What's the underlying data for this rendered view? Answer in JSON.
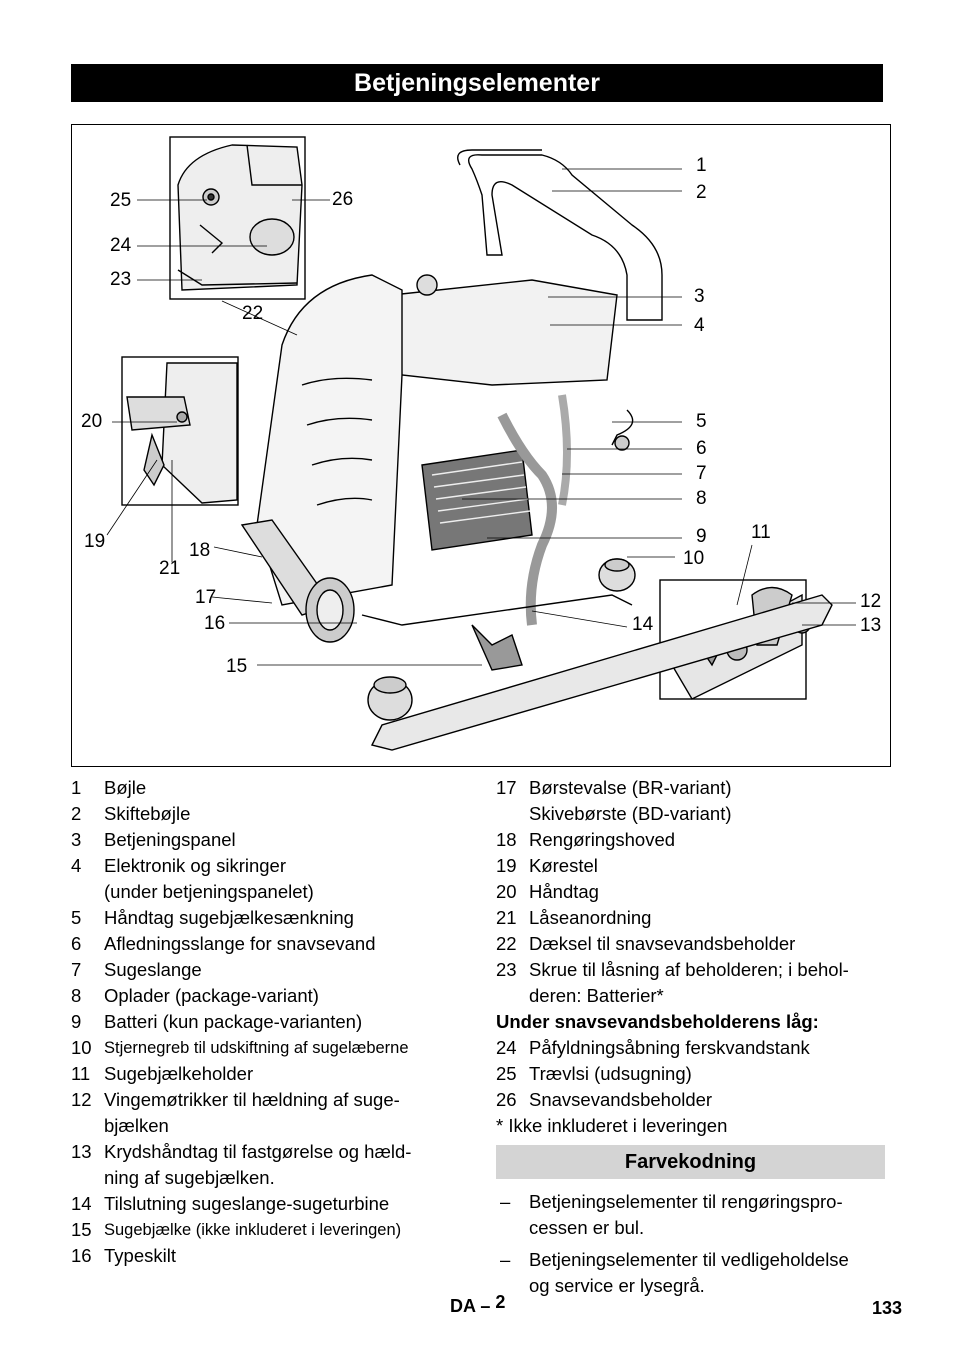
{
  "title": "Betjeningselementer",
  "callouts": {
    "c1": "1",
    "c2": "2",
    "c3": "3",
    "c4": "4",
    "c5": "5",
    "c6": "6",
    "c7": "7",
    "c8": "8",
    "c9": "9",
    "c10": "10",
    "c11": "11",
    "c12": "12",
    "c13": "13",
    "c14": "14",
    "c15": "15",
    "c16": "16",
    "c17": "17",
    "c18": "18",
    "c19": "19",
    "c20": "20",
    "c21": "21",
    "c22": "22",
    "c23": "23",
    "c24": "24",
    "c25": "25",
    "c26": "26"
  },
  "legend_left": [
    {
      "num": "1",
      "text": "Bøjle"
    },
    {
      "num": "2",
      "text": "Skiftebøjle"
    },
    {
      "num": "3",
      "text": "Betjeningspanel"
    },
    {
      "num": "4",
      "text": "Elektronik og sikringer",
      "text2": "(under betjeningspanelet)"
    },
    {
      "num": "5",
      "text": "Håndtag sugebjælkesænkning"
    },
    {
      "num": "6",
      "text": "Afledningsslange for snavsevand"
    },
    {
      "num": "7",
      "text": "Sugeslange"
    },
    {
      "num": "8",
      "text": "Oplader (package-variant)"
    },
    {
      "num": "9",
      "text": "Batteri (kun package-varianten)"
    },
    {
      "num": "10",
      "text": "Stjernegreb til udskiftning af sugelæberne"
    },
    {
      "num": "11",
      "text": "Sugebjælkeholder"
    },
    {
      "num": "12",
      "text": "Vingemøtrikker til hældning af suge-",
      "text2": "bjælken"
    },
    {
      "num": "13",
      "text": "Krydshåndtag til fastgørelse og hæld-",
      "text2": "ning af sugebjælken."
    },
    {
      "num": "14",
      "text": "Tilslutning sugeslange-sugeturbine"
    },
    {
      "num": "15",
      "text": "Sugebjælke (ikke inkluderet i leveringen)"
    },
    {
      "num": "16",
      "text": "Typeskilt"
    }
  ],
  "legend_right": [
    {
      "num": "17",
      "text": "Børstevalse (BR-variant)",
      "text2": "Skivebørste (BD-variant)"
    },
    {
      "num": "18",
      "text": "Rengøringshoved"
    },
    {
      "num": "19",
      "text": "Kørestel"
    },
    {
      "num": "20",
      "text": "Håndtag"
    },
    {
      "num": "21",
      "text": "Låseanordning"
    },
    {
      "num": "22",
      "text": "Dæksel til snavsevandsbeholder"
    },
    {
      "num": "23",
      "text": "Skrue til låsning af beholderen; i behol-",
      "text2": "deren: Batterier*"
    }
  ],
  "subheading": "Under snavsevandsbeholderens låg:",
  "legend_right2": [
    {
      "num": "24",
      "text": "Påfyldningsåbning ferskvandstank"
    },
    {
      "num": "25",
      "text": "Trævlsi (udsugning)"
    },
    {
      "num": "26",
      "text": "Snavsevandsbeholder"
    }
  ],
  "footnote": "* Ikke inkluderet i leveringen",
  "color_heading": "Farvekodning",
  "color_items": [
    {
      "dash": "–",
      "text": "Betjeningselementer til rengøringspro-",
      "text2": "cessen er bul."
    },
    {
      "dash": "–",
      "text": "Betjeningselementer til vedligeholdelse",
      "text2": "og service er lysegrå."
    }
  ],
  "footer": {
    "lang": "DA",
    "dash": "–",
    "sub": "2",
    "page": "133"
  }
}
